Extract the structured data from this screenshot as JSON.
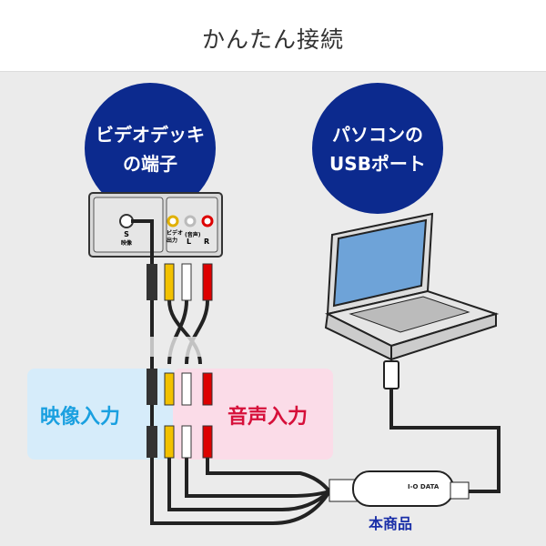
{
  "title": "かんたん接続",
  "video_deck": {
    "line1": "ビデオデッキ",
    "line2": "の端子",
    "s_label": "S",
    "s_sub": "映像",
    "video_out": [
      "ビデオ",
      "出力"
    ],
    "audio": "(音声)",
    "left": "L",
    "right": "R"
  },
  "pc": {
    "line1": "パソコンの",
    "line2": "USBポート"
  },
  "video_input": "映像入力",
  "audio_input": "音声入力",
  "product": {
    "label": "本商品",
    "brand": "I-O DATA"
  },
  "colors": {
    "circle": "#0c2a8e",
    "video_box": "#d6ecfa",
    "audio_box": "#fbdce8",
    "label_blue": "#1aa0e0",
    "label_red": "#d6103a"
  }
}
